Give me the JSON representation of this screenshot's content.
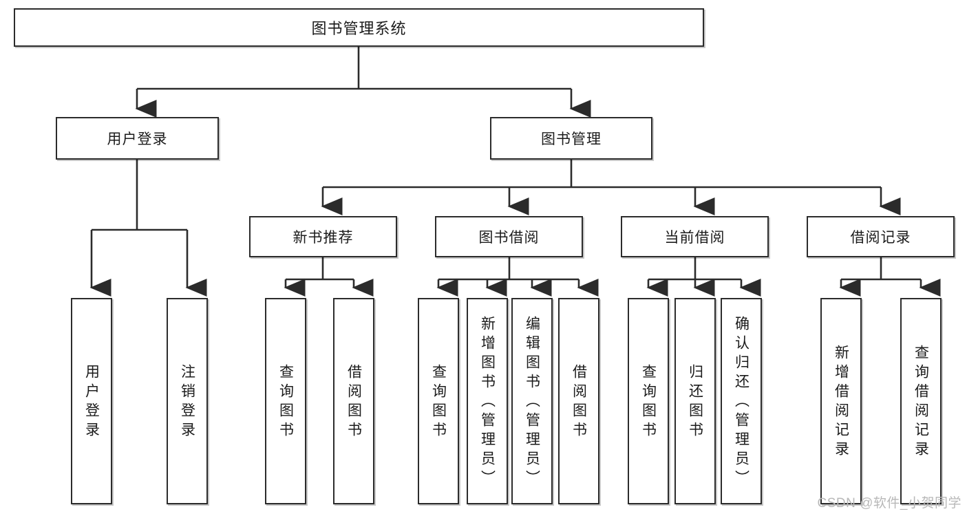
{
  "diagram": {
    "title": "图书管理系统",
    "type": "tree-hierarchy-chart",
    "root": {
      "label": "图书管理系统"
    },
    "level2": [
      {
        "label": "用户登录"
      },
      {
        "label": "图书管理"
      }
    ],
    "level3": [
      {
        "label": "新书推荐"
      },
      {
        "label": "图书借阅"
      },
      {
        "label": "当前借阅"
      },
      {
        "label": "借阅记录"
      }
    ],
    "leaves": {
      "user_login": [
        {
          "label": "用户登录"
        },
        {
          "label": "注销登录"
        }
      ],
      "new_book": [
        {
          "label": "查询图书"
        },
        {
          "label": "借阅图书"
        }
      ],
      "book_borrow": [
        {
          "label": "查询图书"
        },
        {
          "label": "新增图书（管理员）"
        },
        {
          "label": "编辑图书（管理员）"
        },
        {
          "label": "借阅图书"
        }
      ],
      "current_borrow": [
        {
          "label": "查询图书"
        },
        {
          "label": "归还图书"
        },
        {
          "label": "确认归还（管理员）"
        }
      ],
      "borrow_record": [
        {
          "label": "新增借阅记录"
        },
        {
          "label": "查询借阅记录"
        }
      ]
    }
  },
  "watermark": {
    "text": "CSDN @软件_小贺同学"
  },
  "colors": {
    "stroke": "#2b2b2b",
    "background": "#ffffff",
    "text": "#1b1b1b",
    "watermark": "#b8b8b8"
  }
}
